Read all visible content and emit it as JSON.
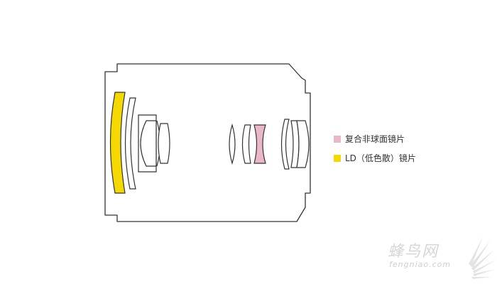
{
  "legend": {
    "items": [
      {
        "label": "复合非球面镜片",
        "color": "#eab7c8"
      },
      {
        "label": "LD（低色散）镜片",
        "color": "#f4d800"
      }
    ]
  },
  "colors": {
    "outline": "#333333",
    "aspherical_fill": "#eab7c8",
    "ld_fill": "#f4d800",
    "watermark": "#d6d6d6"
  },
  "watermark": {
    "brand": "蜂鸟网",
    "url": "fengniao.com"
  }
}
